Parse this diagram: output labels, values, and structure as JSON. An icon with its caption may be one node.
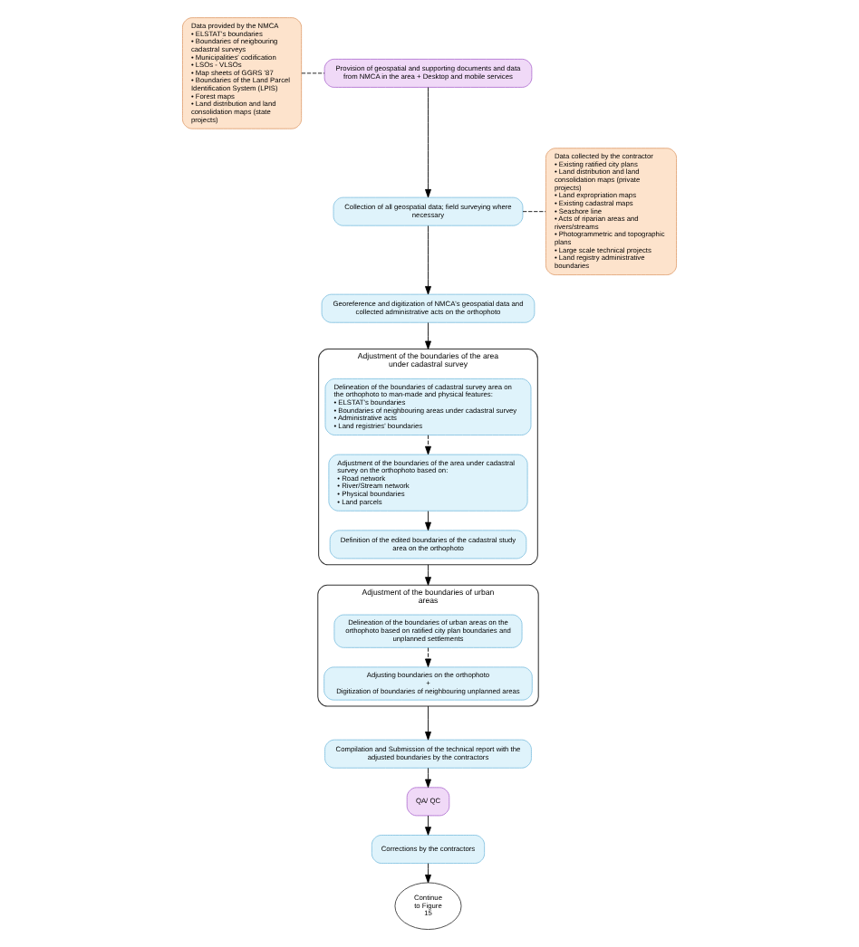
{
  "diagram": {
    "nodes": [
      {
        "text": [
          "Data provided by the NMCA",
          "• ELSTAT's boundaries",
          "• Boundaries of neigbouring cadastral surveys",
          "• Municipalities' codification",
          "• LSOs - VLSOs",
          "• Map sheets of GGRS '87",
          "• Boundaries of the Land Parcel Identification System (LPIS)",
          "• Forest maps",
          "• Land distribution and land consolidation maps (state projects)"
        ]
      },
      {
        "text": [
          "Provision of geospatial and supporting documents and data from NMCA in the area + Desktop and mobile services"
        ]
      },
      {
        "text": [
          "Collection of all geospatial data; field surveying where necessary"
        ]
      },
      {
        "text": [
          "Georeference and digitization of NMCA's geospatial data and collected administrative acts on the orthophoto"
        ]
      },
      {
        "text": [
          "Adjustment of the boundaries of the area under cadastral survey"
        ]
      },
      {
        "text": [
          "Delineation of the boundaries of cadastral survey area on the orthophoto to man-made and physical features:",
          "• ELSTAT's boundaries",
          "• Boundaries of neighbouring areas under cadastral survey",
          "• Administrative acts",
          "• Land registries' boundaries"
        ],
        "in": 4
      },
      {
        "text": [
          "Adjustment of the boundaries of the area under cadastral survey on the orthophoto based on:",
          "• Road network",
          "• River/Stream network",
          "• Physical boundaries",
          "• Land parcels"
        ],
        "in": 4
      },
      {
        "text": [
          "Definition of the edited boundaries of the cadastral study area on the orthophoto"
        ],
        "in": 4
      },
      {
        "text": [
          "Adjustment of the boundaries of urban areas"
        ]
      },
      {
        "text": [
          "Delineation of the boundaries of urban areas on the orthophoto based on ratified city plan boundaries and unplanned settlements"
        ],
        "in": 8
      },
      {
        "text": [
          "Adjusting boundaries on the orthophoto",
          "+",
          "Digitization of boundaries of neighbouring unplanned areas"
        ],
        "in": 8
      },
      {
        "text": [
          "Compilation and Submission of the technical report with the adjusted boundaries by the contractors"
        ]
      },
      {
        "text": [
          "QA/ QC"
        ]
      },
      {
        "text": [
          "Corrections by the contractors"
        ]
      },
      {
        "text": [
          "Continue to Figure 15"
        ]
      },
      {
        "text": [
          "Data collected by the contractor",
          "• Existing ratified city plans",
          "• Land distribution and land consolidation maps (private projects)",
          "• Land expropriation maps",
          "• Existing cadastral maps",
          "• Seashore line",
          "• Acts of riparian areas and rivers/streams",
          "• Photogrammetric and topographic plans",
          "• Large scale technical projects",
          "• Land registry administrative boundaries"
        ]
      }
    ],
    "edges": [
      {
        "from": 0,
        "to": 1,
        "arrow": "none",
        "style": "dashed"
      },
      {
        "from": 1,
        "to": 2,
        "arrow": "to"
      },
      {
        "from": 2,
        "to": 3,
        "arrow": "to"
      },
      {
        "from": 2,
        "to": 15,
        "arrow": "none",
        "style": "dashed"
      },
      {
        "from": 3,
        "to": 4,
        "arrow": "to"
      },
      {
        "from": 5,
        "to": 6,
        "arrow": "to",
        "style": "dashed"
      },
      {
        "from": 6,
        "to": 7,
        "arrow": "to"
      },
      {
        "from": 4,
        "to": 8,
        "arrow": "to"
      },
      {
        "from": 9,
        "to": 10,
        "arrow": "to",
        "style": "dashed"
      },
      {
        "from": 8,
        "to": 11,
        "arrow": "to"
      },
      {
        "from": 11,
        "to": 12,
        "arrow": "to"
      },
      {
        "from": 12,
        "to": 13,
        "arrow": "to"
      },
      {
        "from": 13,
        "to": 14,
        "arrow": "to"
      }
    ]
  }
}
